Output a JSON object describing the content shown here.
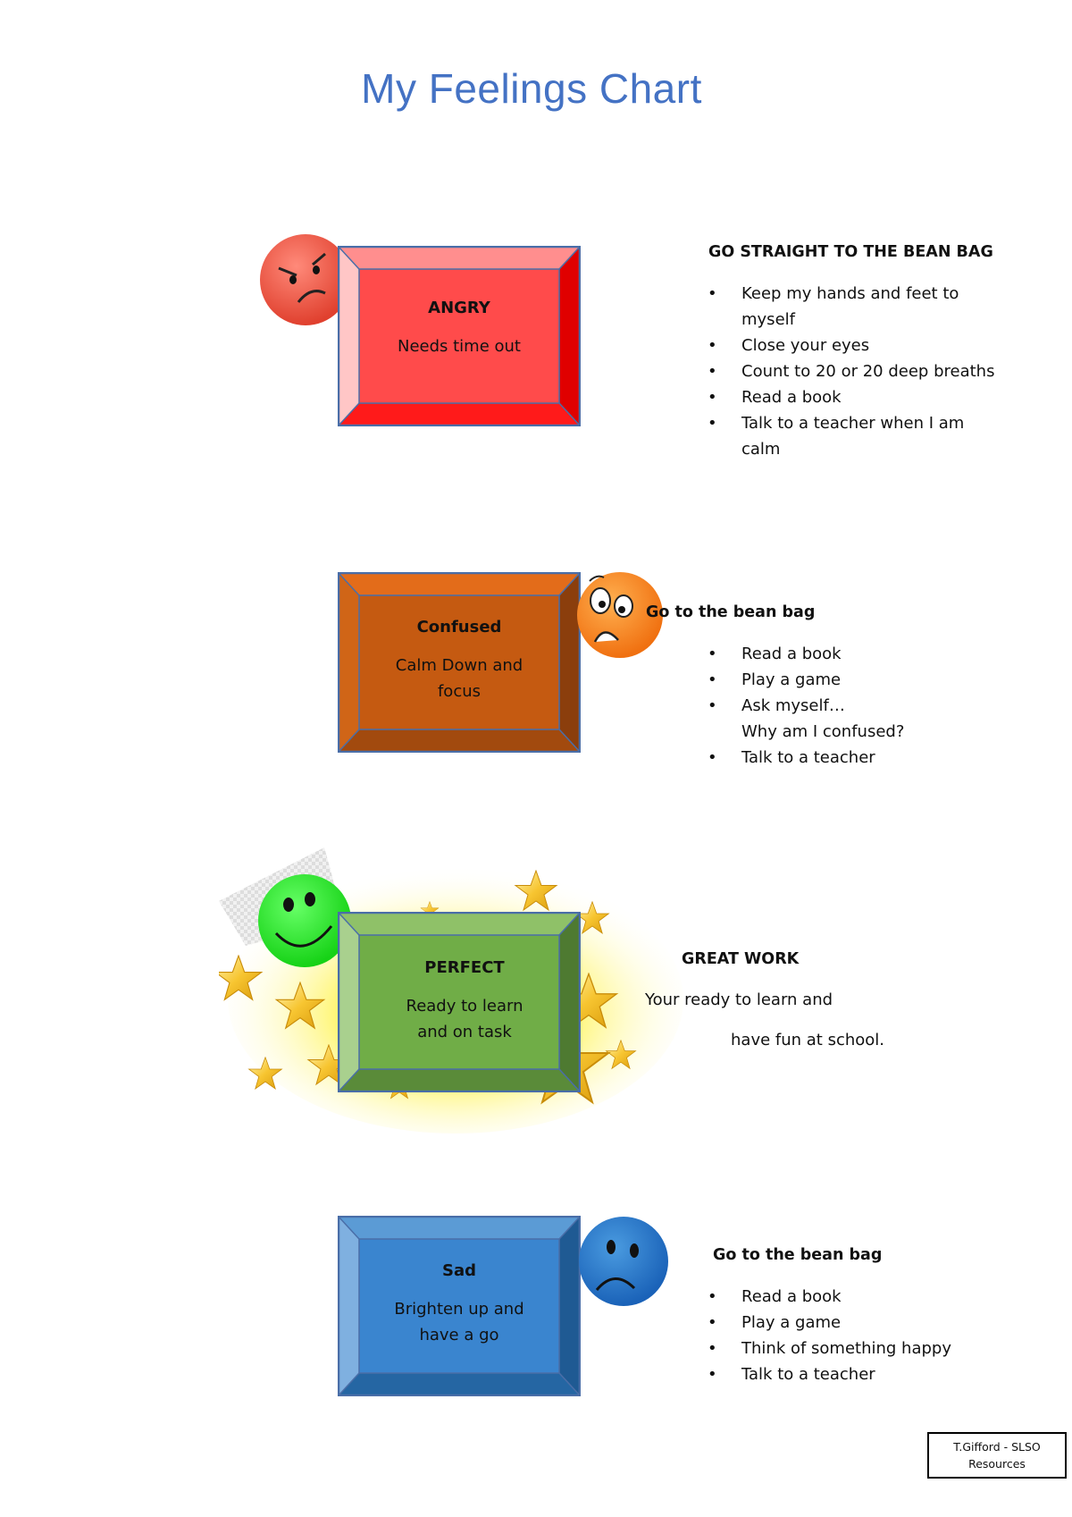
{
  "title": "My Feelings Chart",
  "sections": [
    {
      "face": "angry-face",
      "box": {
        "heading": "ANGRY",
        "line1": "Needs time out",
        "line2": ""
      },
      "side_heading": "GO STRAIGHT TO THE BEAN BAG",
      "items": [
        "Keep my hands and feet to",
        "myself",
        "Close your eyes",
        "Count to 20 or 20 deep breaths",
        "Read a book",
        "Talk to a teacher when I am",
        "calm"
      ]
    },
    {
      "face": "confused-face",
      "box": {
        "heading": "Confused",
        "line1": "Calm Down and",
        "line2": "focus"
      },
      "side_heading": "Go to the bean bag",
      "items": [
        "Read a book",
        "Play a game",
        "Ask myself…",
        "Why  am I confused?",
        "Talk to a teacher"
      ]
    },
    {
      "face": "happy-face",
      "box": {
        "heading": "PERFECT",
        "line1": "Ready to learn",
        "line2": "and on task"
      },
      "side_heading": "GREAT WORK",
      "lines": [
        "Your ready to learn and",
        "have fun at school."
      ]
    },
    {
      "face": "sad-face",
      "box": {
        "heading": "Sad",
        "line1": "Brighten up and",
        "line2": "have a go"
      },
      "side_heading": "Go to the bean bag",
      "items": [
        "Read a book",
        "Play a game",
        "Think of something happy",
        "Talk to a teacher"
      ]
    }
  ],
  "credit": {
    "line1": "T.Gifford  - SLSO",
    "line2": "Resources"
  },
  "colors": {
    "title": "#4472c4",
    "angry": "#ff4b4b",
    "confused": "#c55a11",
    "perfect": "#70ad47",
    "sad": "#2e75b6"
  }
}
